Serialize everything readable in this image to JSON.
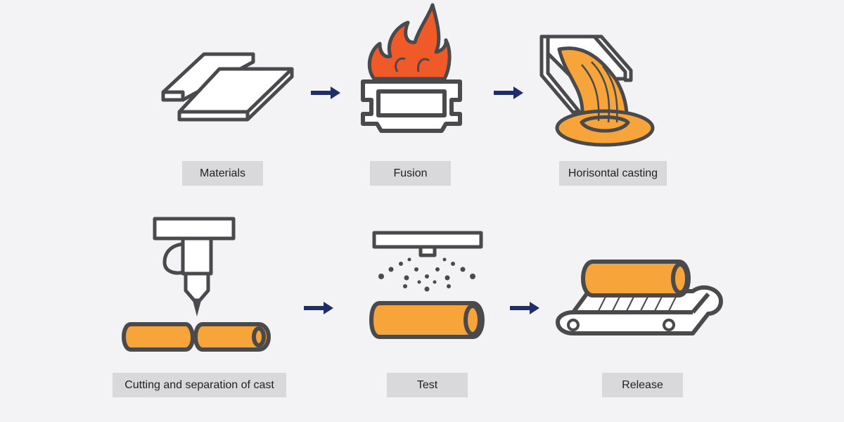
{
  "steps": [
    {
      "label": "Materials",
      "icon": "metal-plates-icon"
    },
    {
      "label": "Fusion",
      "icon": "furnace-flame-icon"
    },
    {
      "label": "Horisontal casting",
      "icon": "casting-pour-icon"
    },
    {
      "label": "Cutting and separation of cast",
      "icon": "cutting-tool-icon"
    },
    {
      "label": "Test",
      "icon": "spray-test-icon"
    },
    {
      "label": "Release",
      "icon": "conveyor-release-icon"
    }
  ],
  "colors": {
    "background": "#f3f3f5",
    "outline": "#4a4a4d",
    "product_orange": "#f7a43a",
    "flame_red": "#f05a28",
    "arrow_navy": "#1f2d6b",
    "label_bg": "#d9d9db"
  }
}
